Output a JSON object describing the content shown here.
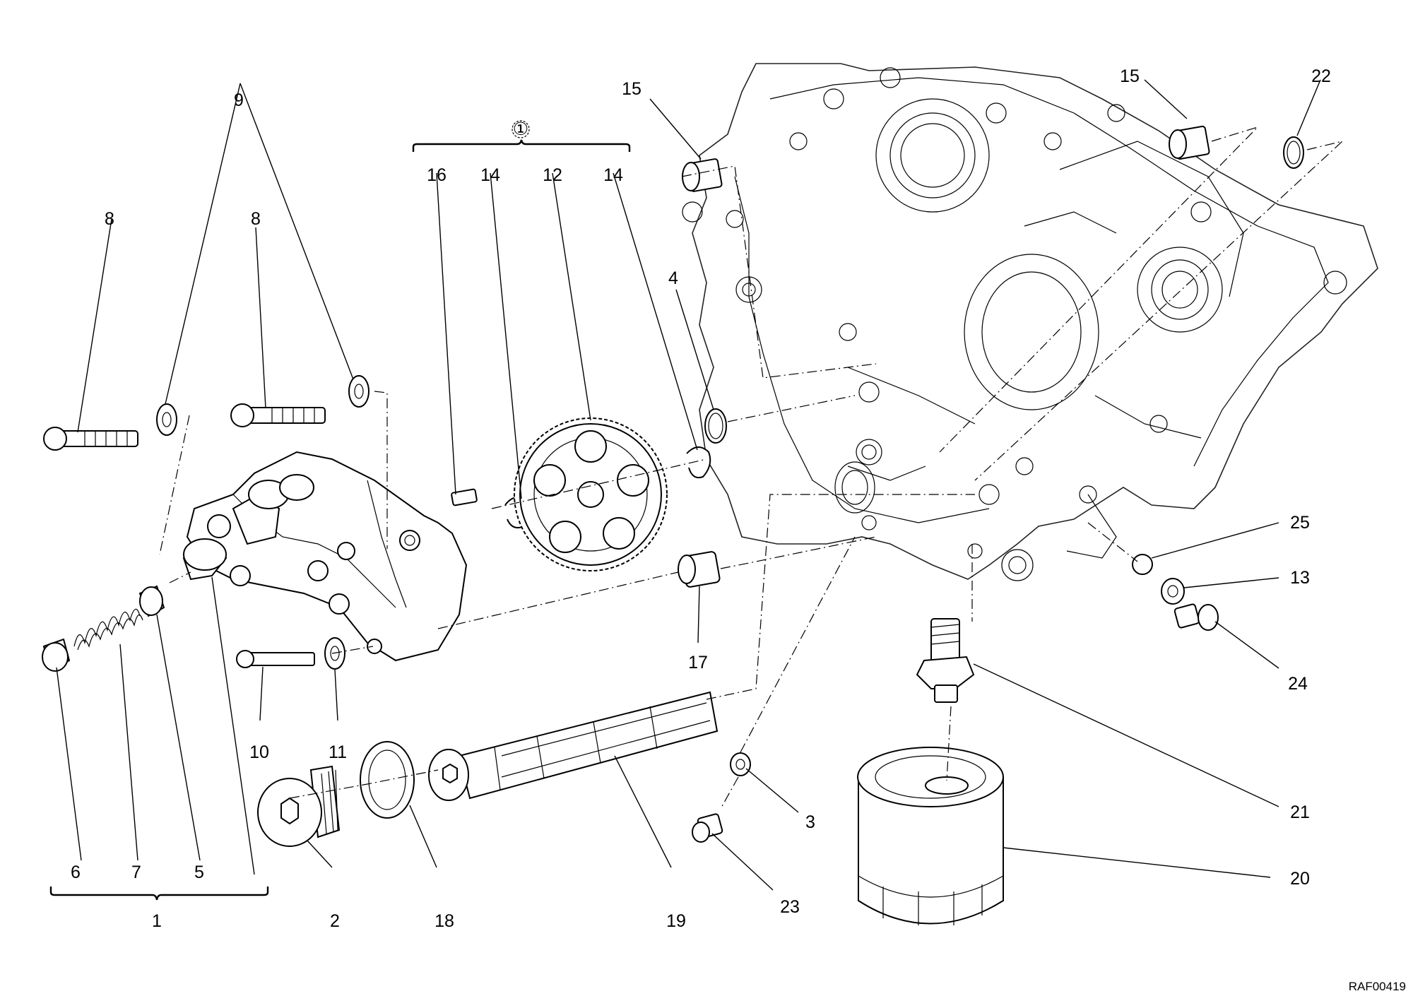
{
  "drawing_ref": "RAF00419",
  "group_symbol": "①",
  "callouts": {
    "c1": "1",
    "c2": "2",
    "c3": "3",
    "c4": "4",
    "c5": "5",
    "c6": "6",
    "c7": "7",
    "c8a": "8",
    "c8b": "8",
    "c9": "9",
    "c10": "10",
    "c11": "11",
    "c12": "12",
    "c13": "13",
    "c14a": "14",
    "c14b": "14",
    "c15a": "15",
    "c15b": "15",
    "c16": "16",
    "c17": "17",
    "c18": "18",
    "c19": "19",
    "c20": "20",
    "c21": "21",
    "c22": "22",
    "c23": "23",
    "c24": "24",
    "c25": "25"
  }
}
